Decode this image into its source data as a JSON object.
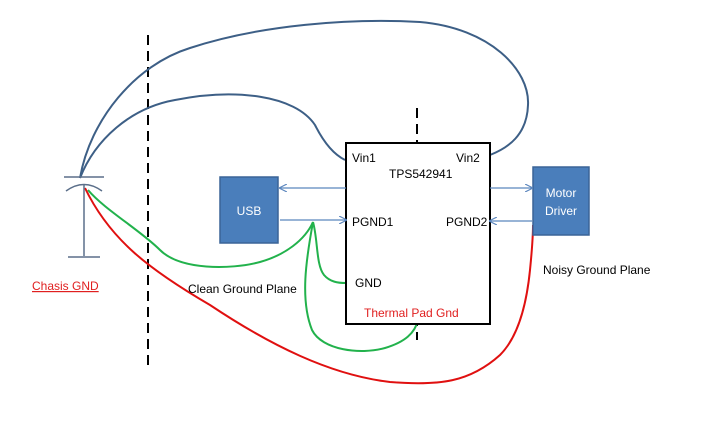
{
  "colors": {
    "blue_wire": "#3d5f86",
    "green_wire": "#22b24c",
    "red_wire": "#e01010",
    "block_fill": "#4a7ebb",
    "block_stroke": "#3a6497",
    "arrow": "#5b86bd",
    "label_red": "#e02020",
    "chip_stroke": "#000000"
  },
  "chip": {
    "name": "TPS542941",
    "vin1": "Vin1",
    "vin2": "Vin2",
    "pgnd1": "PGND1",
    "pgnd2": "PGND2",
    "gnd": "GND",
    "thermal_pad": "Thermal Pad Gnd"
  },
  "blocks": {
    "usb": "USB",
    "motor_line1": "Motor",
    "motor_line2": "Driver"
  },
  "regions": {
    "chassis_gnd": "Chasis GND",
    "clean_plane": "Clean Ground Plane",
    "noisy_plane": "Noisy Ground Plane"
  },
  "icons": {
    "chassis_symbol": "capacitor-ground-icon"
  }
}
